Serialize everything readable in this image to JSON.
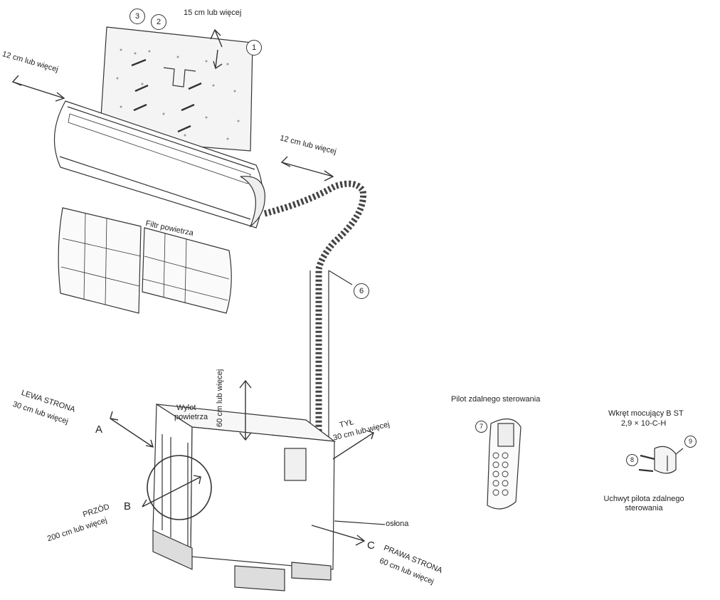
{
  "labels": {
    "clearance_top": "15 cm lub więcej",
    "clearance_left_indoor": "12 cm lub więcej",
    "clearance_right_indoor": "12 cm lub więcej",
    "air_filter": "Filtr powietrza",
    "outdoor_top": "60 cm lub więcej",
    "left_side_title": "LEWA STRONA",
    "left_side_dist": "30 cm lub więcej",
    "air_outlet_1": "Wylot",
    "air_outlet_2": "powietrza",
    "back_title": "TYŁ",
    "back_dist": "30 cm lub więcej",
    "front_title": "PRZÓD",
    "front_dist": "200 cm lub więcej",
    "cover": "osłona",
    "right_side_title": "PRAWA STRONA",
    "right_side_dist": "60 cm lub więcej",
    "remote_title": "Pilot zdalnego sterowania",
    "screw_line1": "Wkręt mocujący B ST",
    "screw_line2": "2,9 × 10-C-H",
    "holder_label": "Uchwyt pilota zdalnego sterowania"
  },
  "letters": {
    "a": "A",
    "b": "B",
    "c": "C"
  },
  "callouts": {
    "c1": "1",
    "c2": "2",
    "c3": "3",
    "c6": "6",
    "c7": "7",
    "c8": "8",
    "c9": "9"
  }
}
